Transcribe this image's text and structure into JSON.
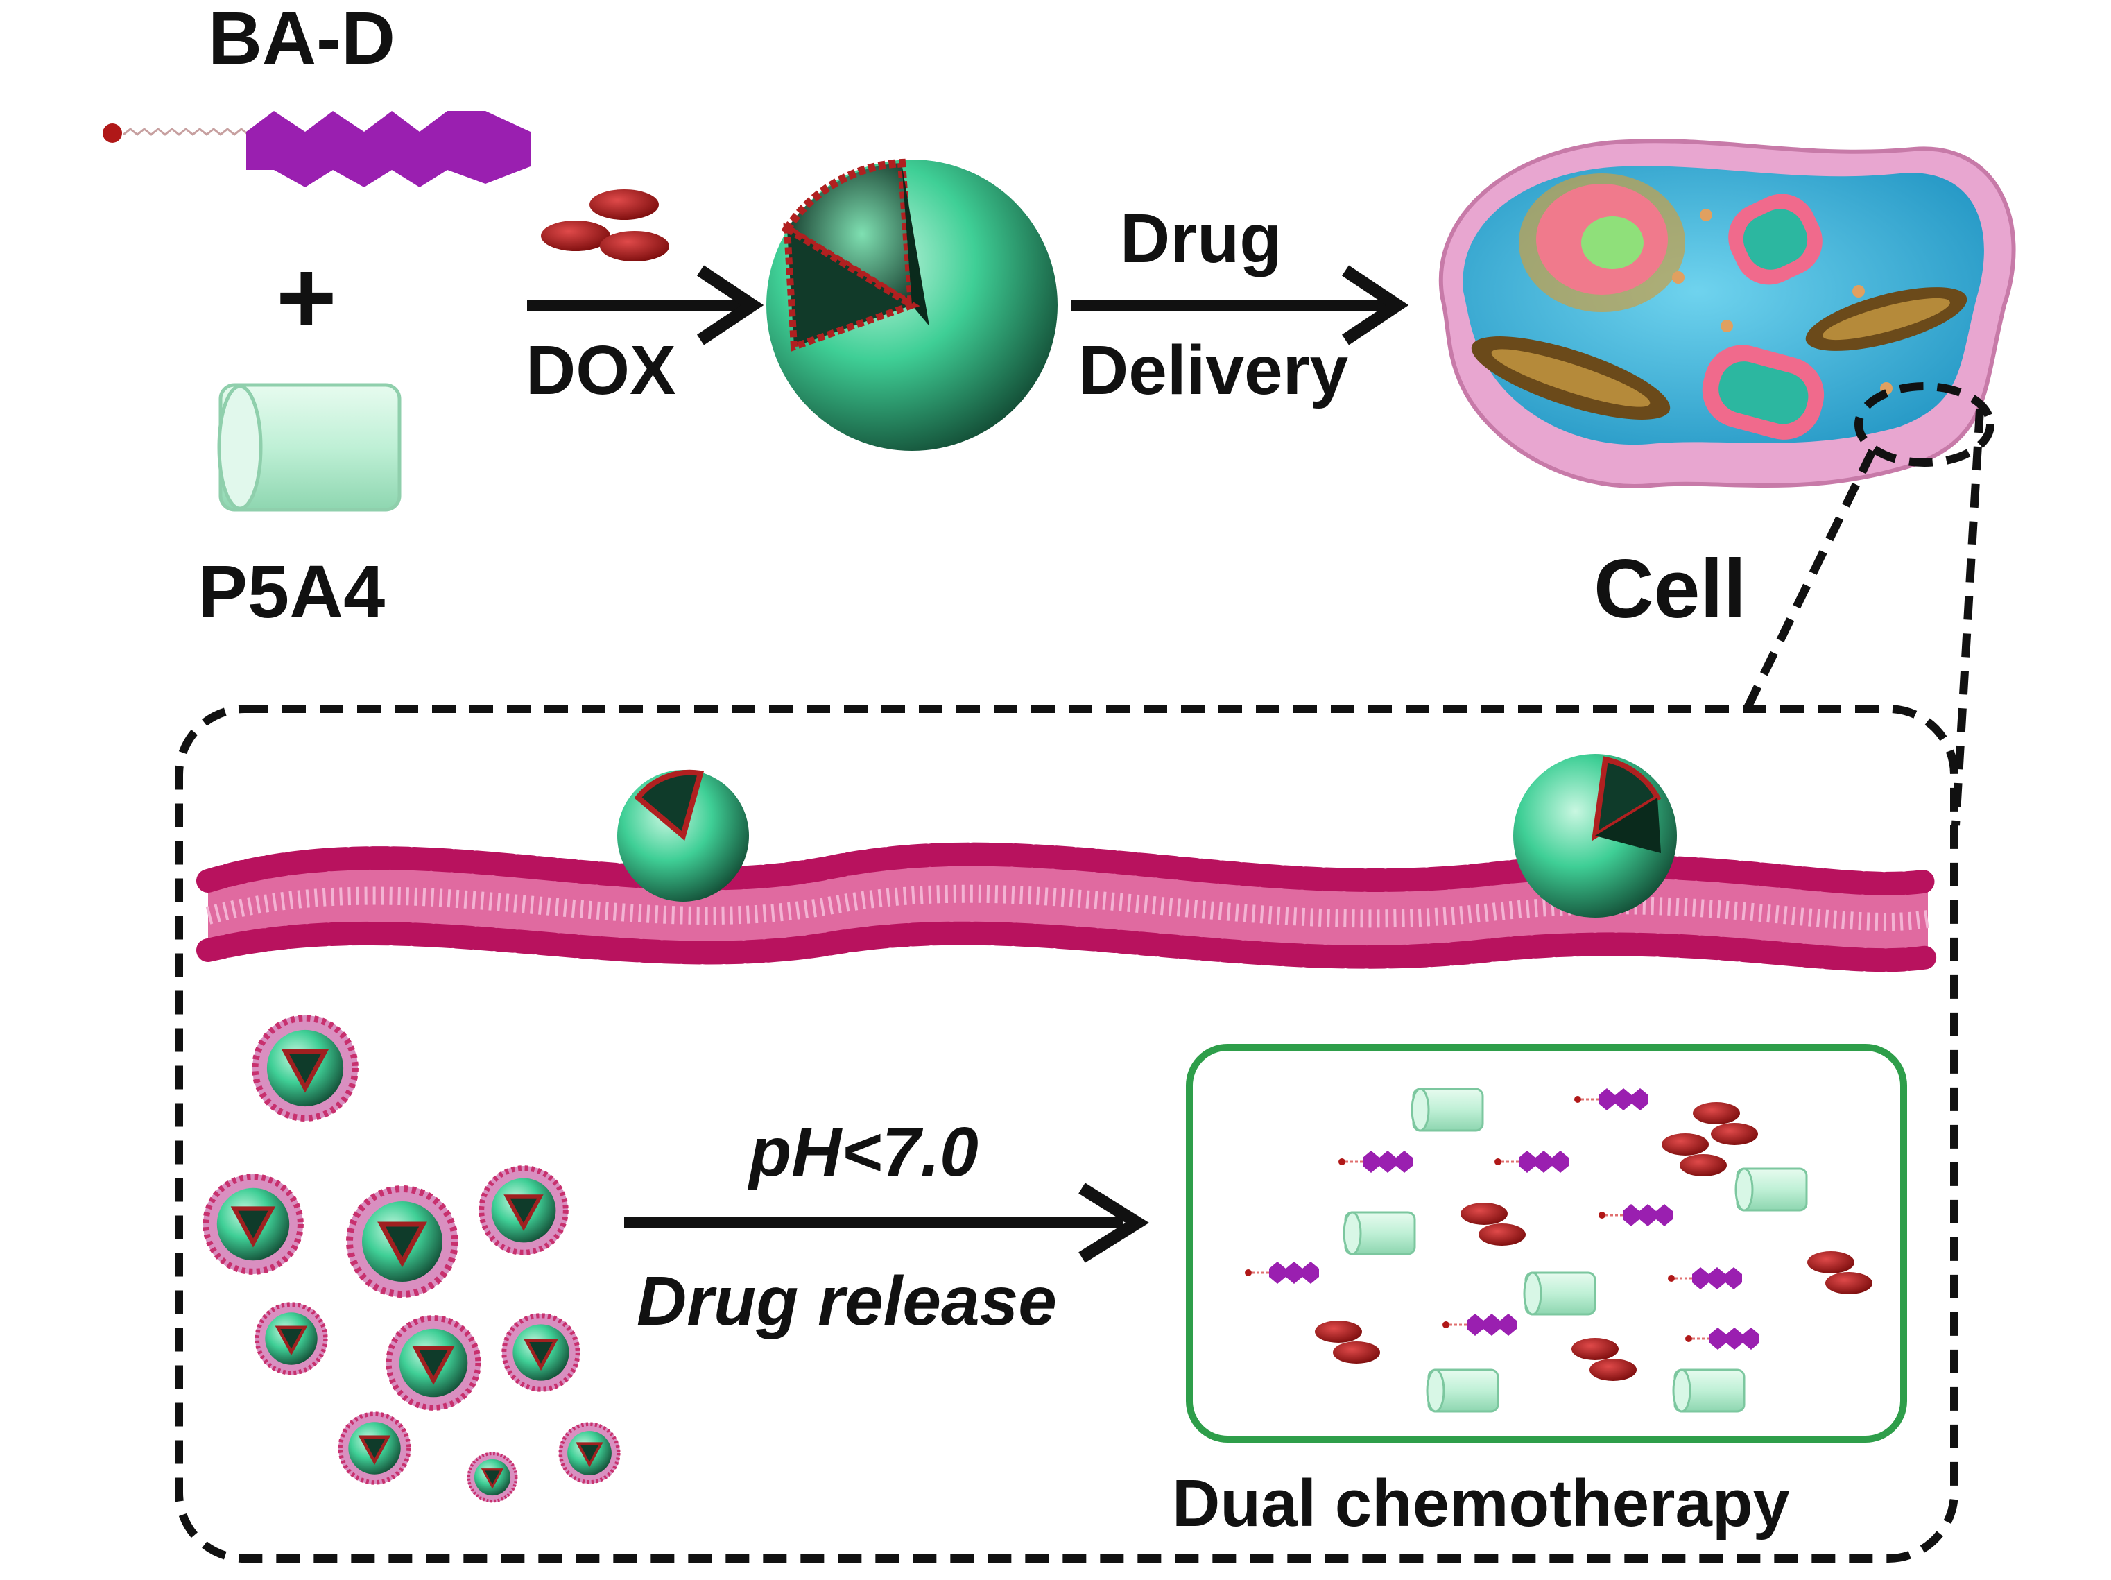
{
  "labels": {
    "ba_d": "BA-D",
    "plus": "+",
    "p5a4": "P5A4",
    "dox": "DOX",
    "drug": "Drug",
    "delivery": "Delivery",
    "cell": "Cell",
    "ph": "pH<7.0",
    "drug_release": "Drug release",
    "dual_chemo": "Dual chemotherapy"
  },
  "colors": {
    "ba_d_purple": "#9a1fb0",
    "cylinder_green": "#bff0d6",
    "sphere_green": "#3fcf96",
    "dox_red": "#b01818",
    "membrane_pink": "#c8306e",
    "cell_blue": "#2fb6dc",
    "cell_membrane": "#e8a6d0",
    "box_green": "#2e9e4a"
  }
}
